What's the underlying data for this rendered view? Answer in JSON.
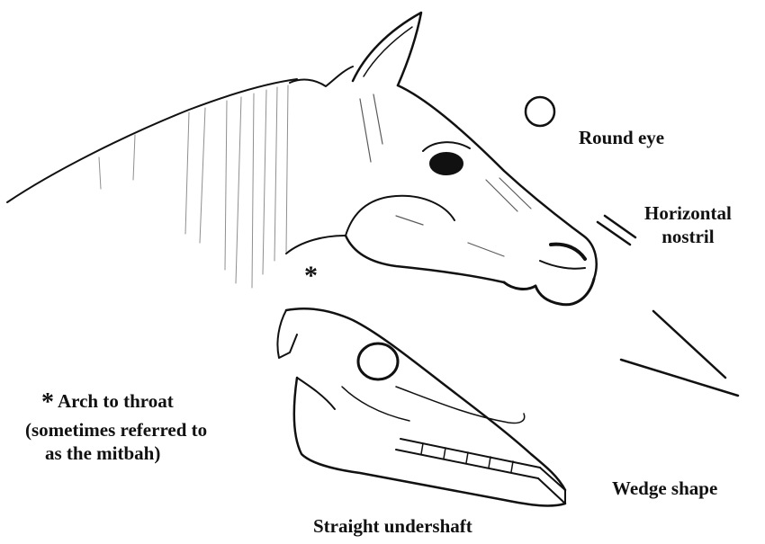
{
  "labels": {
    "round_eye": "Round eye",
    "horizontal_nostril_line1": "Horizontal",
    "horizontal_nostril_line2": "nostril",
    "wedge_shape": "Wedge shape",
    "straight_undershaft": "Straight undershaft",
    "arch_asterisk": "*",
    "arch_line1": "Arch to throat",
    "arch_line2": "(sometimes referred to",
    "arch_line3": "as the mitbah)",
    "throat_asterisk": "*"
  },
  "colors": {
    "ink": "#111111",
    "background": "#ffffff"
  }
}
